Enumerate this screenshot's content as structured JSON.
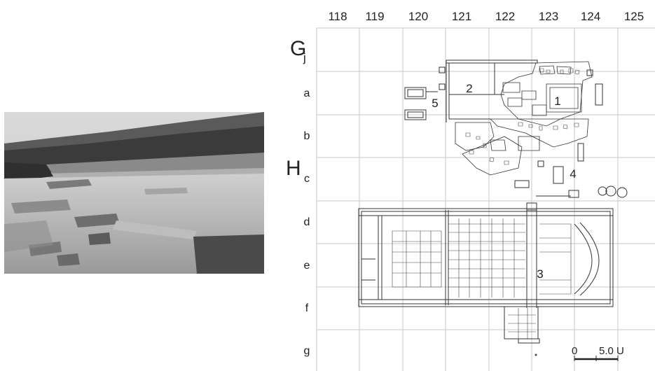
{
  "columns": [
    "118",
    "119",
    "120",
    "121",
    "122",
    "123",
    "124",
    "125"
  ],
  "row_major": {
    "first": "G",
    "second": "H"
  },
  "row_j_suffix": "j",
  "rows": [
    "a",
    "b",
    "c",
    "d",
    "e",
    "f",
    "g"
  ],
  "room_labels": [
    "1",
    "2",
    "3",
    "4",
    "5"
  ],
  "scale_bar": {
    "zero": "0",
    "value": "5.0 U"
  },
  "photo": {
    "subject": "excavated stone ruins with terrace walls",
    "style": "grayscale"
  }
}
